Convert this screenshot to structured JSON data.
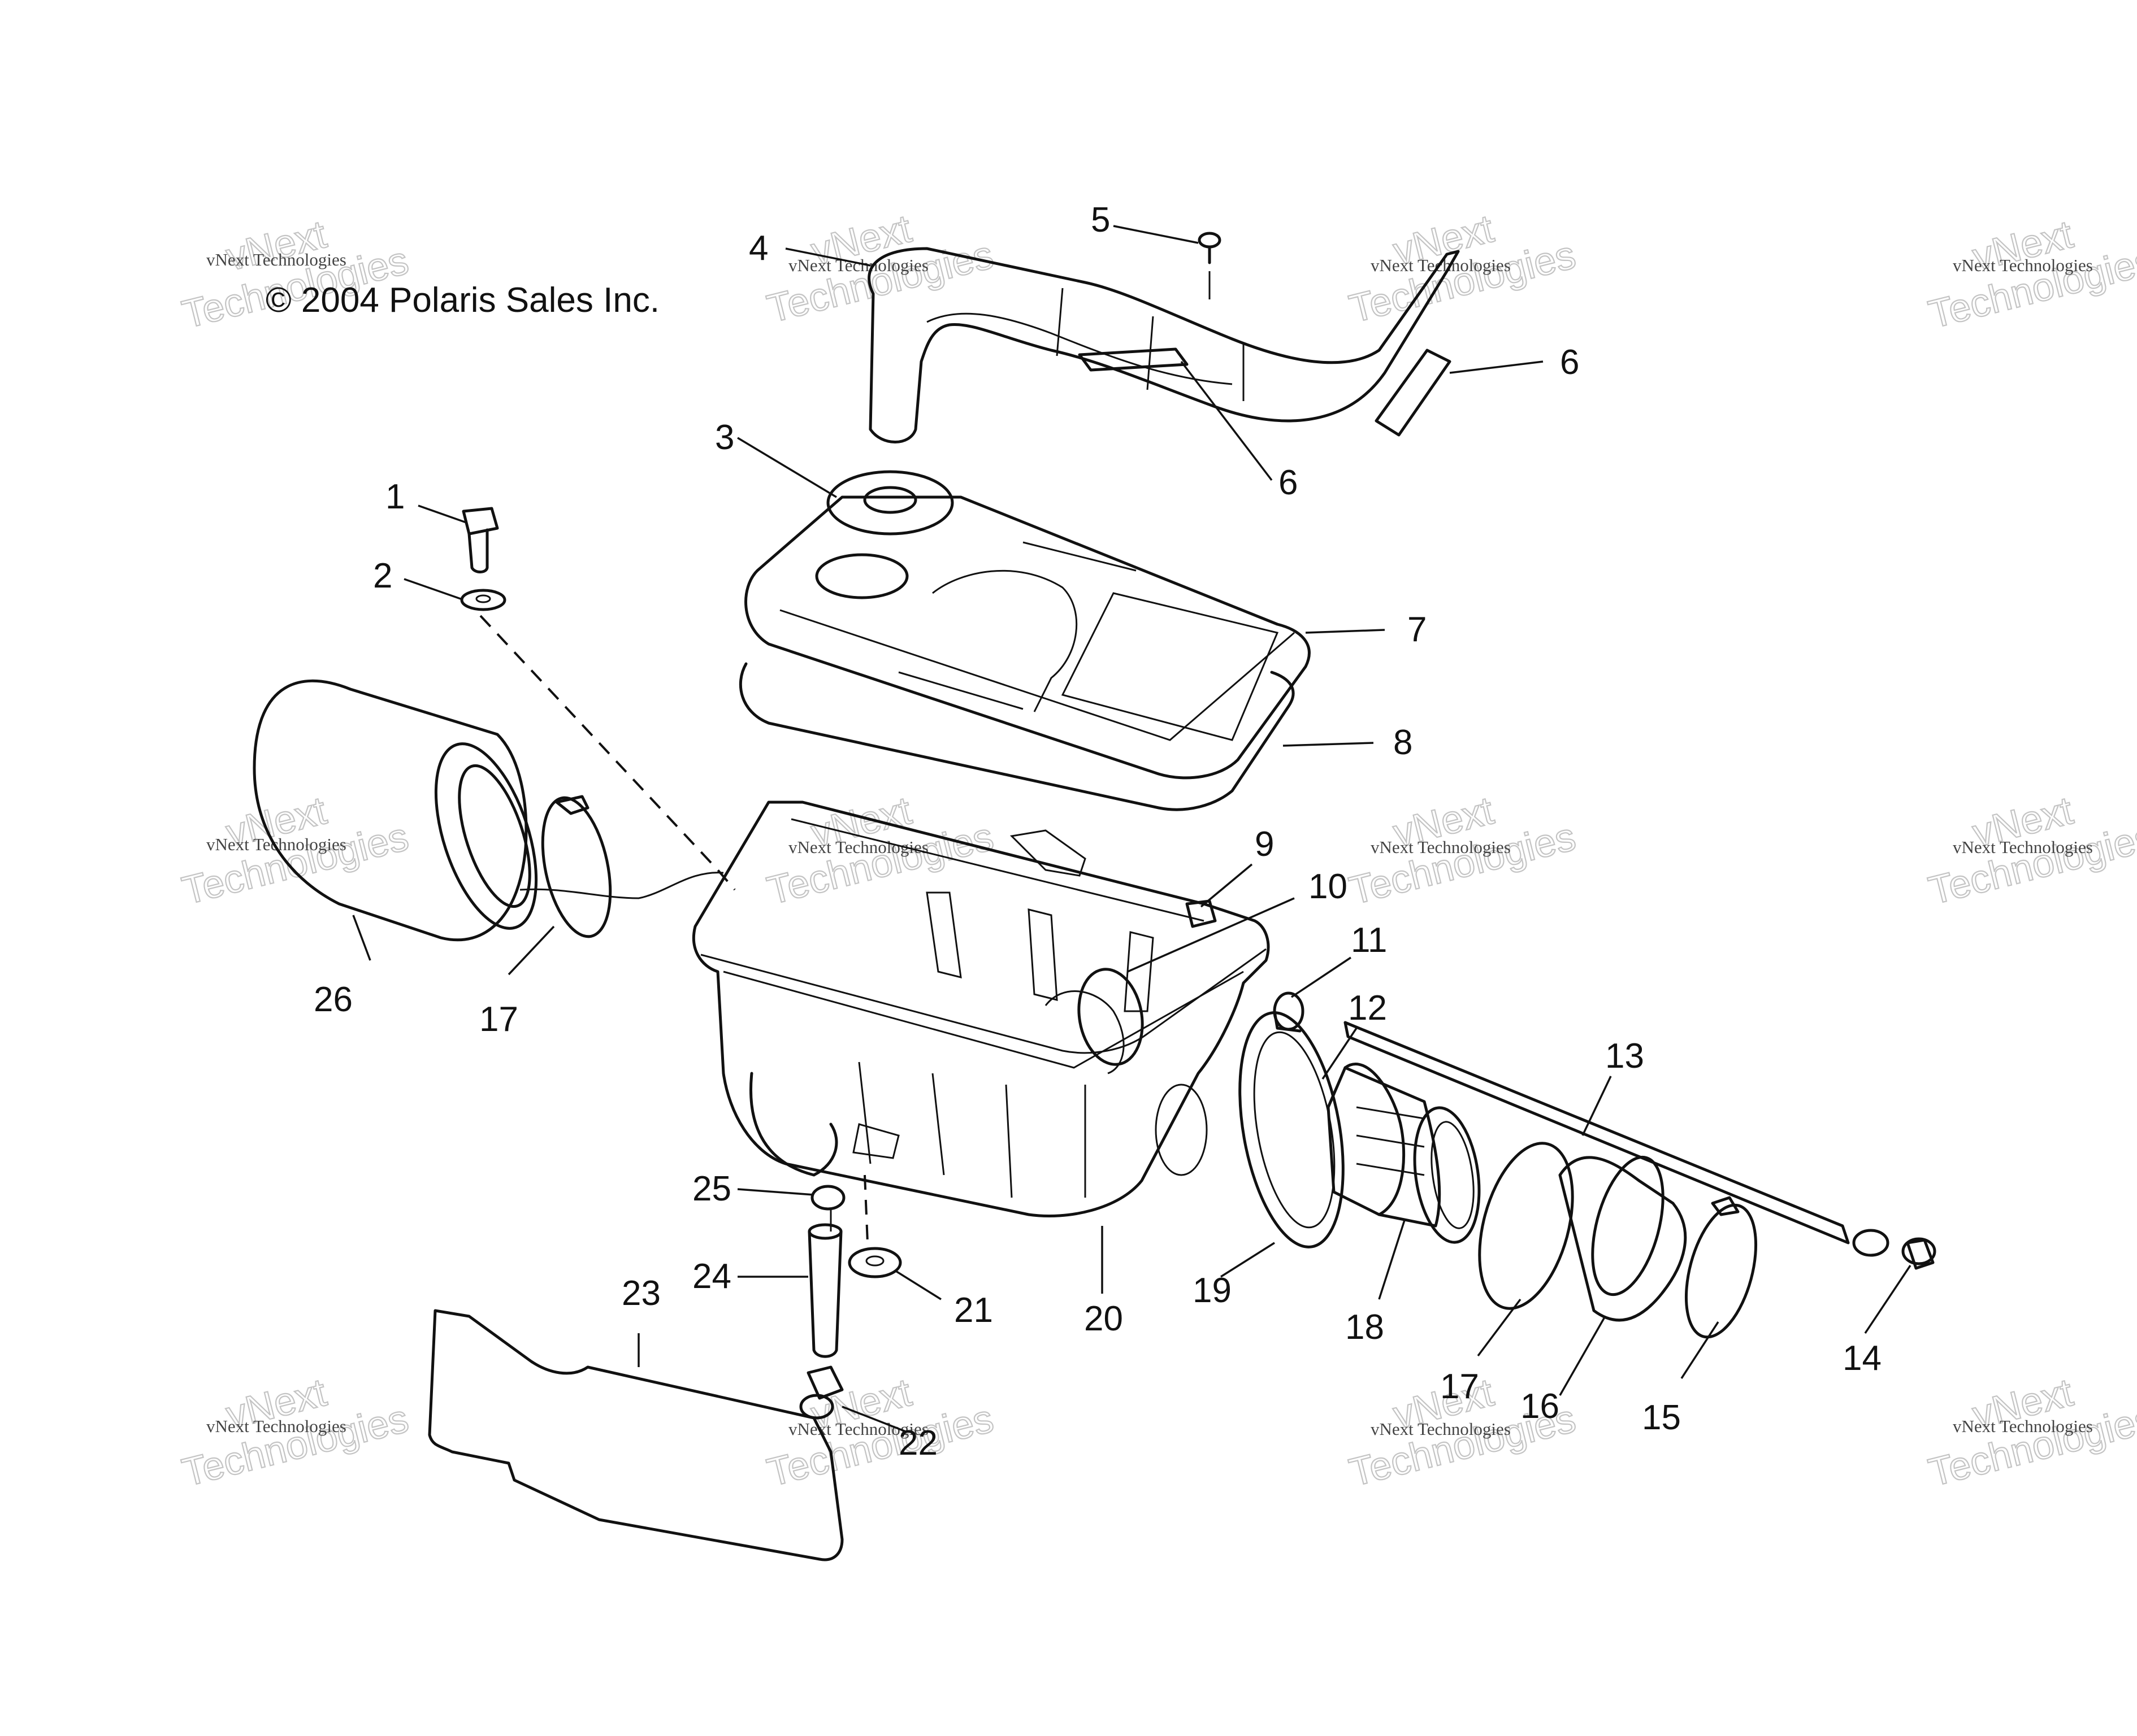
{
  "copyright": "© 2004 Polaris Sales Inc.",
  "watermark": {
    "small": "vNext Technologies",
    "big_line1": "vNext",
    "big_line2": "Technologies"
  },
  "callouts": [
    {
      "id": "c1",
      "label": "1"
    },
    {
      "id": "c2",
      "label": "2"
    },
    {
      "id": "c3",
      "label": "3"
    },
    {
      "id": "c4",
      "label": "4"
    },
    {
      "id": "c5",
      "label": "5"
    },
    {
      "id": "c6a",
      "label": "6"
    },
    {
      "id": "c6b",
      "label": "6"
    },
    {
      "id": "c7",
      "label": "7"
    },
    {
      "id": "c8",
      "label": "8"
    },
    {
      "id": "c9",
      "label": "9"
    },
    {
      "id": "c10",
      "label": "10"
    },
    {
      "id": "c11",
      "label": "11"
    },
    {
      "id": "c12",
      "label": "12"
    },
    {
      "id": "c13",
      "label": "13"
    },
    {
      "id": "c14",
      "label": "14"
    },
    {
      "id": "c15",
      "label": "15"
    },
    {
      "id": "c16",
      "label": "16"
    },
    {
      "id": "c17a",
      "label": "17"
    },
    {
      "id": "c17b",
      "label": "17"
    },
    {
      "id": "c18",
      "label": "18"
    },
    {
      "id": "c19",
      "label": "19"
    },
    {
      "id": "c20",
      "label": "20"
    },
    {
      "id": "c21",
      "label": "21"
    },
    {
      "id": "c22",
      "label": "22"
    },
    {
      "id": "c23",
      "label": "23"
    },
    {
      "id": "c24",
      "label": "24"
    },
    {
      "id": "c25",
      "label": "25"
    },
    {
      "id": "c26",
      "label": "26"
    }
  ]
}
